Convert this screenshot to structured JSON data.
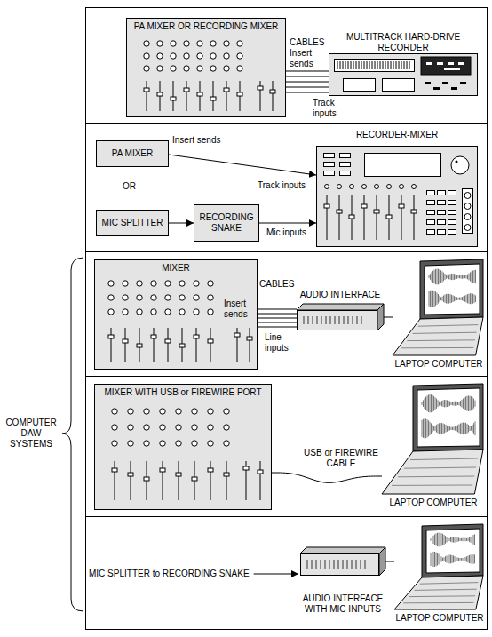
{
  "diagram": {
    "nodes": [
      {
        "text": [
          "PA MIXER OR RECORDING MIXER"
        ]
      },
      {
        "text": [
          "MULTITRACK HARD-DRIVE RECORDER"
        ]
      },
      {
        "text": [
          "PA MIXER"
        ]
      },
      {
        "text": [
          "MIC SPLITTER"
        ]
      },
      {
        "text": [
          "RECORDING SNAKE"
        ]
      },
      {
        "text": [
          "RECORDER-MIXER"
        ]
      },
      {
        "text": [
          "MIXER"
        ]
      },
      {
        "text": [
          "AUDIO INTERFACE"
        ]
      },
      {
        "text": [
          "LAPTOP COMPUTER"
        ]
      },
      {
        "text": [
          "MIXER WITH USB or FIREWIRE PORT"
        ]
      },
      {
        "text": [
          "LAPTOP COMPUTER"
        ]
      },
      {
        "text": [
          "AUDIO INTERFACE WITH MIC INPUTS"
        ]
      },
      {
        "text": [
          "LAPTOP COMPUTER"
        ]
      }
    ],
    "edges": [
      {
        "from": 0,
        "to": 1,
        "label": "CABLES",
        "arrow": "none"
      },
      {
        "from": 2,
        "to": 5,
        "arrow": "to"
      },
      {
        "from": 3,
        "to": 4,
        "arrow": "to"
      },
      {
        "from": 4,
        "to": 5,
        "arrow": "to"
      },
      {
        "from": 6,
        "to": 7,
        "label": "CABLES",
        "arrow": "none"
      },
      {
        "from": 7,
        "to": 8,
        "arrow": "none"
      },
      {
        "from": 9,
        "to": 10,
        "label": "USB or FIREWIRE CABLE",
        "arrow": "none"
      },
      {
        "from": 11,
        "to": 12,
        "arrow": "none"
      }
    ],
    "labels": [
      "Insert sends",
      "Track inputs",
      "OR",
      "Insert sends",
      "Track inputs",
      "Mic inputs",
      "Insert sends",
      "Line inputs",
      "MIC SPLITTER to RECORDING SNAKE",
      "COMPUTER DAW SYSTEMS"
    ]
  }
}
